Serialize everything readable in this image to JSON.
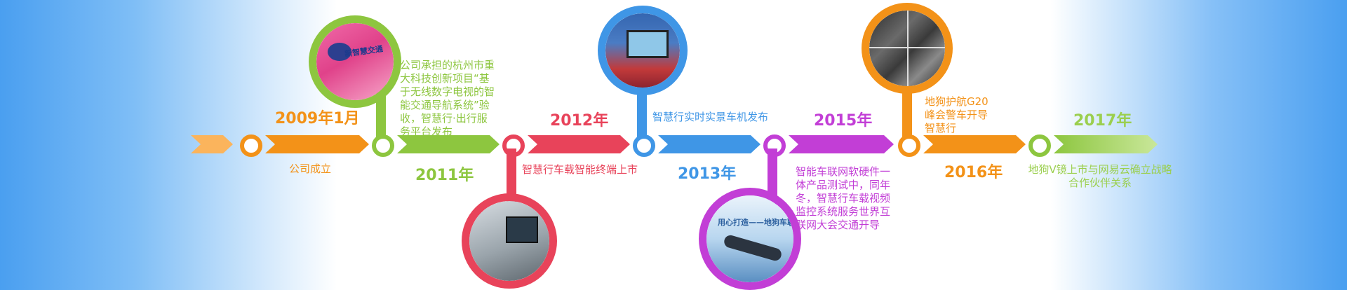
{
  "colors": {
    "orange": "#f39218",
    "green": "#8dc63f",
    "red": "#e8435a",
    "blue": "#3f96e6",
    "purple": "#c23ed6",
    "light_green": "#9bcf4e"
  },
  "milestones": [
    {
      "year": "2009年1月",
      "desc": "公司成立"
    },
    {
      "year": "2011年",
      "desc": "公司承担的杭州市重大科技创新项目“基于无线数字电视的智能交通导航系统”验收，智慧行·出行服务平台发布"
    },
    {
      "year": "2012年",
      "desc": "智慧行车载智能终端上市"
    },
    {
      "year": "2013年",
      "desc": "智慧行实时实景车机发布"
    },
    {
      "year": "2015年",
      "desc": "智能车联网软硬件一体产品测试中，同年冬，智慧行车载视频监控系统服务世界互联网大会交通开导"
    },
    {
      "year": "2016年",
      "desc": "地狗护航G20峰会警车开导智慧行"
    },
    {
      "year": "2017年",
      "desc": "地狗V镜上市与网易云确立战略合作伙伴关系"
    }
  ],
  "photos": {
    "p2011": "新智慧交通",
    "p2015": "用心打造——地狗车联网"
  }
}
